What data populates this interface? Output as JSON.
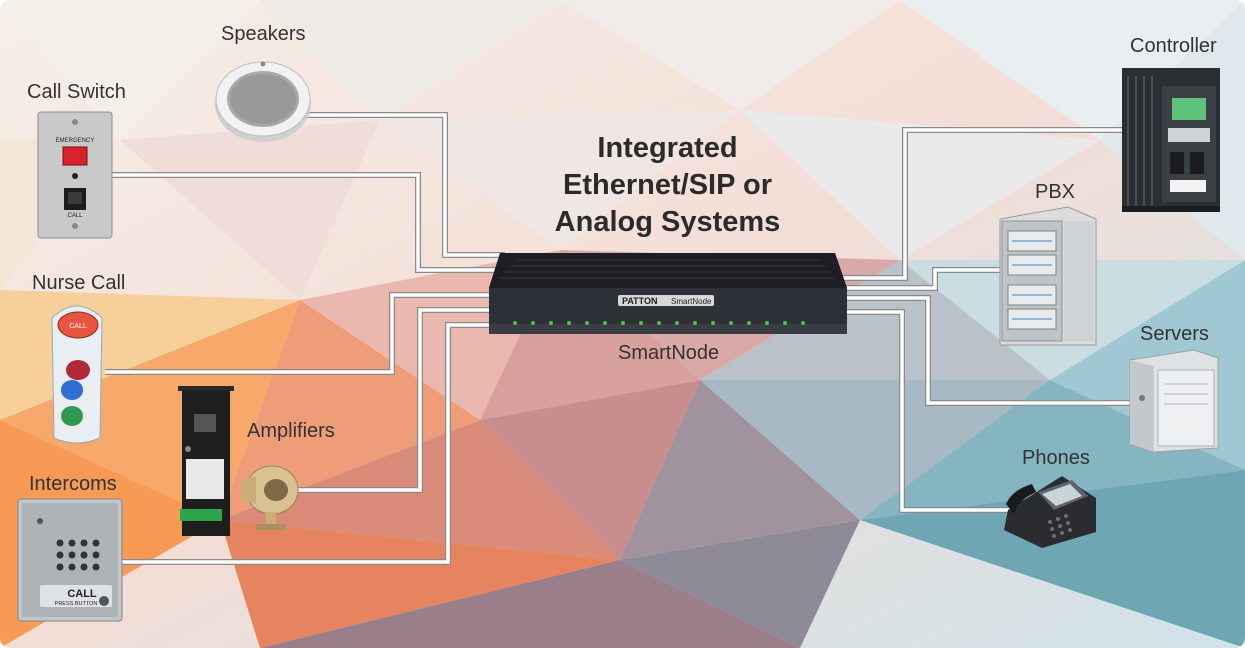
{
  "title": {
    "line1": "Integrated",
    "line2": "Ethernet/SIP or",
    "line3": "Analog Systems"
  },
  "hub": {
    "label": "SmartNode",
    "brand": "PATTON",
    "model": "SmartNode"
  },
  "left_devices": {
    "speakers": "Speakers",
    "call_switch": "Call Switch",
    "nurse_call": "Nurse Call",
    "amplifiers": "Amplifiers",
    "intercoms": "Intercoms"
  },
  "right_devices": {
    "controller": "Controller",
    "pbx": "PBX",
    "servers": "Servers",
    "phones": "Phones"
  },
  "device_text": {
    "emergency": "EMERGENCY",
    "call_small": "CALL",
    "nurse_call_btn": "CALL",
    "intercom_call": "CALL",
    "intercom_press": "PRESS BUTTON"
  },
  "colors": {
    "wire": "#ffffff",
    "wire_shadow": "#8a8a8a",
    "hub_body": "#23252c",
    "text": "#333333"
  }
}
